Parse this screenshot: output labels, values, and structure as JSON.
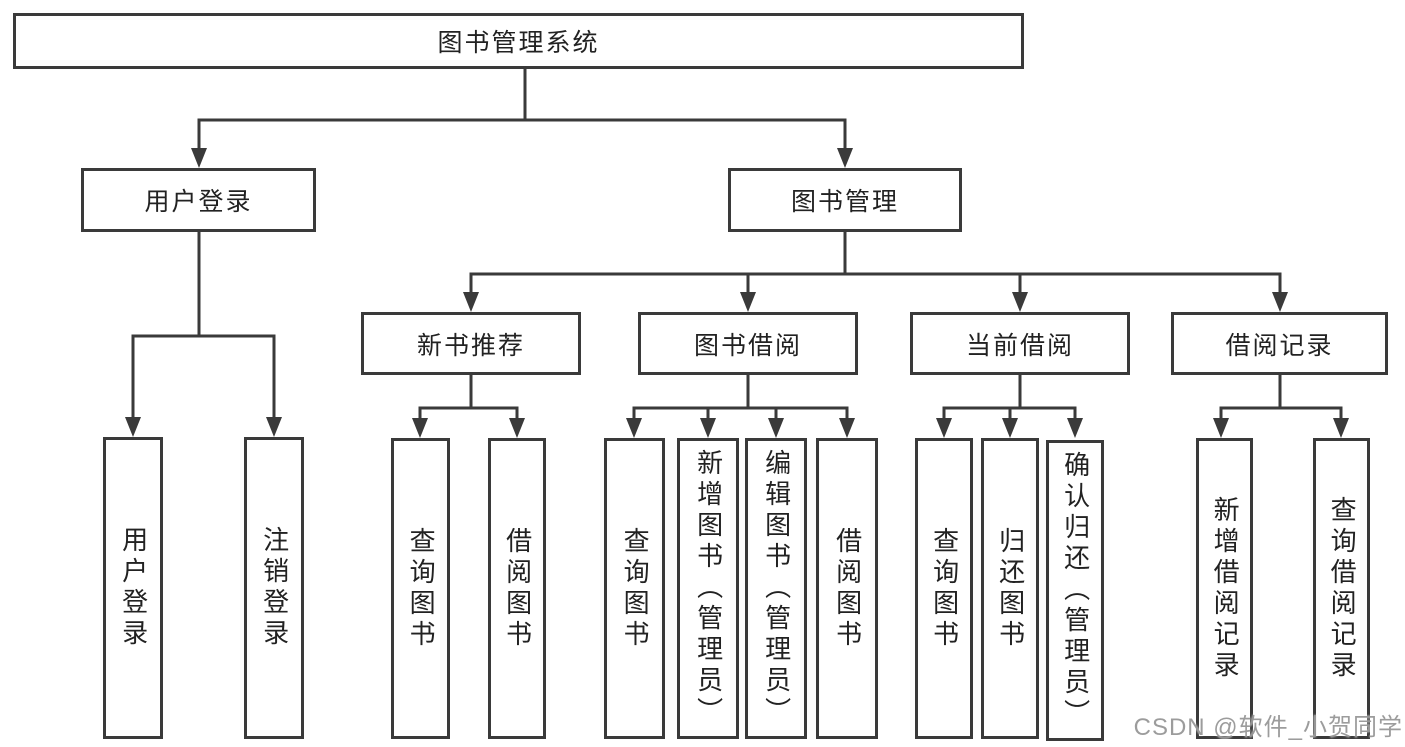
{
  "nodes": {
    "root": {
      "label": "图书管理系统"
    },
    "user_login": {
      "label": "用户登录"
    },
    "book_mgmt": {
      "label": "图书管理"
    },
    "new_book_rec": {
      "label": "新书推荐"
    },
    "book_borrow": {
      "label": "图书借阅"
    },
    "current_borrow": {
      "label": "当前借阅"
    },
    "borrow_record": {
      "label": "借阅记录"
    },
    "leaf_user_login": {
      "label": "用户登录"
    },
    "leaf_logout": {
      "label": "注销登录"
    },
    "leaf_rec_query_book": {
      "label": "查询图书"
    },
    "leaf_rec_borrow_book": {
      "label": "借阅图书"
    },
    "leaf_bb_query_book": {
      "label": "查询图书"
    },
    "leaf_bb_add_book": {
      "label": "新增图书（管理员）"
    },
    "leaf_bb_edit_book": {
      "label": "编辑图书（管理员）"
    },
    "leaf_bb_borrow_book": {
      "label": "借阅图书"
    },
    "leaf_cb_query_book": {
      "label": "查询图书"
    },
    "leaf_cb_return_book": {
      "label": "归还图书"
    },
    "leaf_cb_confirm_return": {
      "label": "确认归还（管理员）"
    },
    "leaf_br_add_record": {
      "label": "新增借阅记录"
    },
    "leaf_br_query_record": {
      "label": "查询借阅记录"
    }
  },
  "hierarchy": {
    "图书管理系统": [
      "用户登录",
      "图书管理"
    ],
    "用户登录": [
      "用户登录",
      "注销登录"
    ],
    "图书管理": [
      "新书推荐",
      "图书借阅",
      "当前借阅",
      "借阅记录"
    ],
    "新书推荐": [
      "查询图书",
      "借阅图书"
    ],
    "图书借阅": [
      "查询图书",
      "新增图书（管理员）",
      "编辑图书（管理员）",
      "借阅图书"
    ],
    "当前借阅": [
      "查询图书",
      "归还图书",
      "确认归还（管理员）"
    ],
    "借阅记录": [
      "新增借阅记录",
      "查询借阅记录"
    ]
  },
  "colors": {
    "line": "#3a3a3a",
    "box_border": "#3a3a3a",
    "text": "#222222",
    "background": "#ffffff",
    "watermark": "#949494"
  },
  "watermark": {
    "text": "CSDN @软件_小贺同学"
  }
}
